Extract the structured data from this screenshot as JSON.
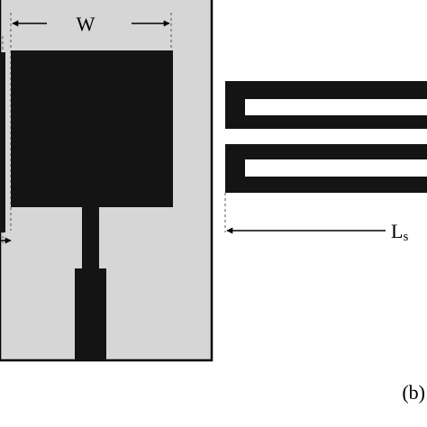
{
  "labels": {
    "width_dimension": "W",
    "slot_length": "L",
    "slot_length_subscript": "s",
    "panel_b": "(b)"
  },
  "colors": {
    "substrate_fill": "#d6d6d6",
    "metal": "#141414",
    "border": "#000000",
    "dash_line": "#555555",
    "background": "#ffffff"
  }
}
